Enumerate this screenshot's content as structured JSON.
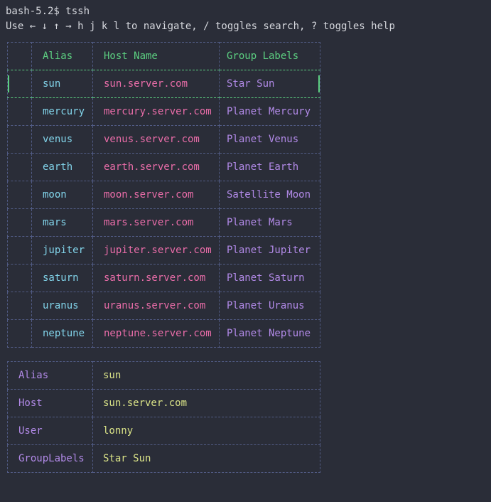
{
  "terminal": {
    "prompt_line": "bash-5.2$ tssh",
    "help_line": "Use ← ↓ ↑ → h j k l to navigate, / toggles search, ? toggles help"
  },
  "colors": {
    "background": "#2a2d38",
    "text": "#d5d7dd",
    "border": "#515b84",
    "green": "#5ccf81",
    "alias_cyan": "#82d4ea",
    "host_pink": "#ea6da9",
    "group_purple": "#b28ae8",
    "label_purple": "#b28ae8",
    "value_yellow": "#d9e287"
  },
  "host_table": {
    "columns": [
      "",
      "Alias",
      "Host Name",
      "Group Labels"
    ],
    "selected_index": 0,
    "rows": [
      {
        "alias": "sun",
        "host": "sun.server.com",
        "group": "Star Sun"
      },
      {
        "alias": "mercury",
        "host": "mercury.server.com",
        "group": "Planet Mercury"
      },
      {
        "alias": "venus",
        "host": "venus.server.com",
        "group": "Planet Venus"
      },
      {
        "alias": "earth",
        "host": "earth.server.com",
        "group": "Planet Earth"
      },
      {
        "alias": "moon",
        "host": "moon.server.com",
        "group": "Satellite Moon"
      },
      {
        "alias": "mars",
        "host": "mars.server.com",
        "group": "Planet Mars"
      },
      {
        "alias": "jupiter",
        "host": "jupiter.server.com",
        "group": "Planet Jupiter"
      },
      {
        "alias": "saturn",
        "host": "saturn.server.com",
        "group": "Planet Saturn"
      },
      {
        "alias": "uranus",
        "host": "uranus.server.com",
        "group": "Planet Uranus"
      },
      {
        "alias": "neptune",
        "host": "neptune.server.com",
        "group": "Planet Neptune"
      }
    ]
  },
  "detail_table": {
    "rows": [
      {
        "label": "Alias",
        "value": "sun"
      },
      {
        "label": "Host",
        "value": "sun.server.com"
      },
      {
        "label": "User",
        "value": "lonny"
      },
      {
        "label": "GroupLabels",
        "value": "Star Sun"
      }
    ]
  }
}
